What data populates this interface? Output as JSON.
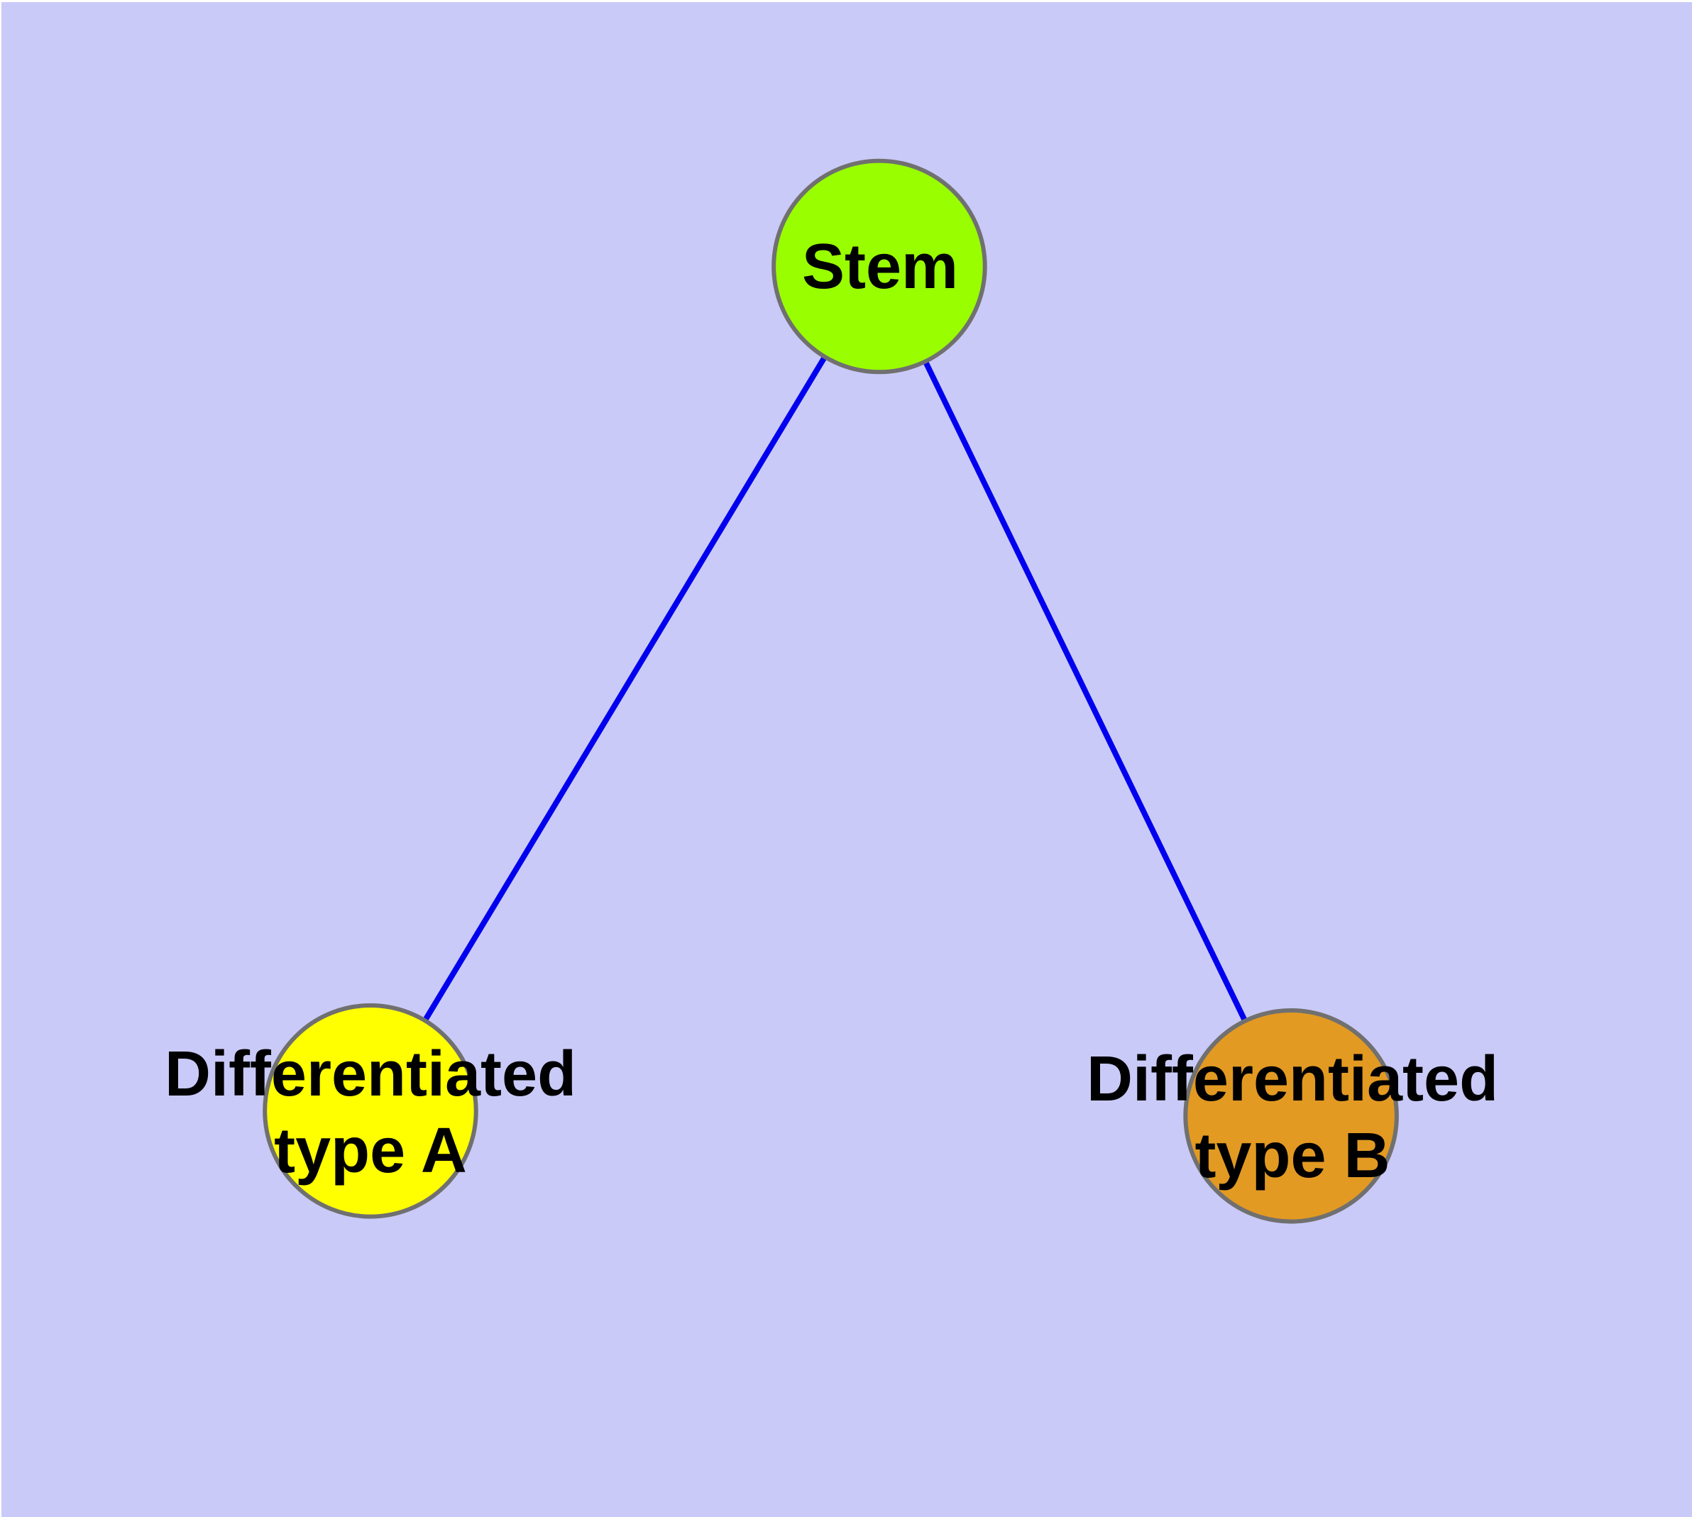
{
  "diagram": {
    "background_color": "#cacaf8",
    "frame_color": "#ffffff",
    "edge_color": "#0000ee",
    "node_border_color": "#707070",
    "label_color": "#000000",
    "nodes": [
      {
        "id": "stem",
        "label": "Stem",
        "fill": "#99ff00"
      },
      {
        "id": "differentiated-type-a",
        "label": "Differentiated\ntype A",
        "fill": "#ffff00"
      },
      {
        "id": "differentiated-type-b",
        "label": "Differentiated\ntype B",
        "fill": "#e29a22"
      }
    ],
    "edges": [
      {
        "from": "stem",
        "to": "differentiated-type-a"
      },
      {
        "from": "stem",
        "to": "differentiated-type-b"
      }
    ]
  }
}
